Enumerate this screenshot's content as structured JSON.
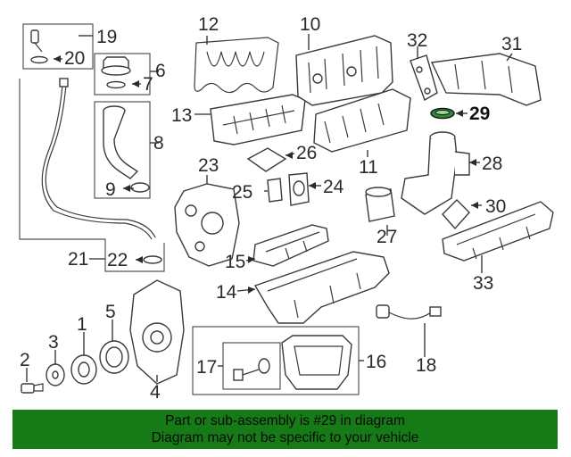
{
  "diagram": {
    "callouts": [
      "1",
      "2",
      "3",
      "4",
      "5",
      "6",
      "7",
      "8",
      "9",
      "10",
      "11",
      "12",
      "13",
      "14",
      "15",
      "16",
      "17",
      "18",
      "19",
      "20",
      "21",
      "22",
      "23",
      "24",
      "25",
      "26",
      "27",
      "28",
      "29",
      "30",
      "31",
      "32",
      "33"
    ],
    "highlighted_callout": "29",
    "highlight_color": "#2e8b2e"
  },
  "banner": {
    "line1": "Part or sub-assembly is #29 in diagram",
    "line2": "Diagram may not be specific to your vehicle",
    "background": "#167a16"
  }
}
